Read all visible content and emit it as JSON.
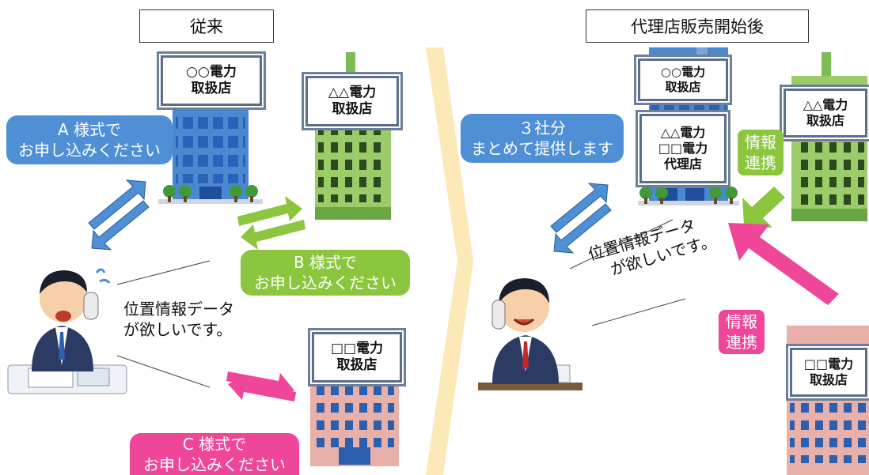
{
  "left": {
    "title": "従来",
    "building_oo": {
      "line1": "○○電力",
      "line2": "取扱店"
    },
    "building_tt": {
      "line1": "△△電力",
      "line2": "取扱店"
    },
    "building_ss": {
      "line1": "□□電力",
      "line2": "取扱店"
    },
    "bubble_a": {
      "line1": "A 様式で",
      "line2": "お申し込みください"
    },
    "bubble_b": {
      "line1": "B 様式で",
      "line2": "お申し込みください"
    },
    "bubble_c": {
      "line1": "C 様式で",
      "line2": "お申し込みください"
    },
    "speech": {
      "line1": "位置情報データ",
      "line2": "が欲しいです。"
    }
  },
  "right": {
    "title": "代理店販売開始後",
    "building_oo": {
      "line1": "○○電力",
      "line2": "取扱店"
    },
    "agency": {
      "line1": "△△電力",
      "line2": "□□電力",
      "line3": "代理店"
    },
    "building_tt": {
      "line1": "△△電力",
      "line2": "取扱店"
    },
    "building_ss": {
      "line1": "□□電力",
      "line2": "取扱店"
    },
    "bubble_3": {
      "line1": "３社分",
      "line2": "まとめて提供します"
    },
    "info_green": {
      "line1": "情報",
      "line2": "連携"
    },
    "info_pink": {
      "line1": "情報",
      "line2": "連携"
    },
    "speech": {
      "line1": "位置情報データ",
      "line2": "が欲しいです。"
    }
  },
  "colors": {
    "blue": "#4f8fd6",
    "green": "#8cc63e",
    "pink": "#f0469a",
    "divider": "#fde9b8"
  }
}
